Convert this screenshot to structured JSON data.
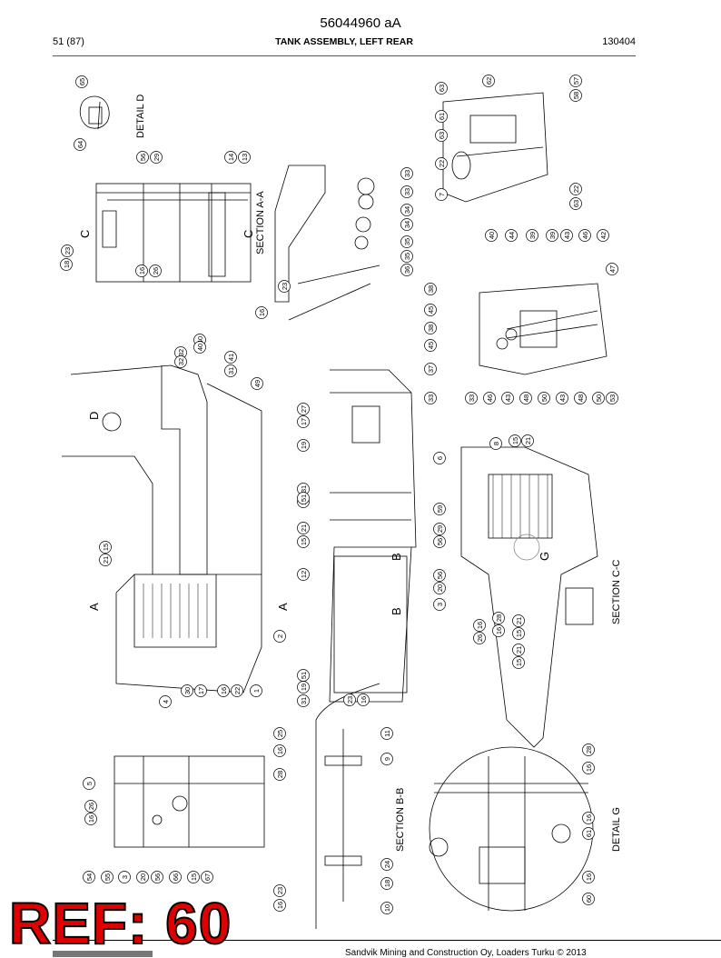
{
  "header": {
    "doc_number": "56044960 aA",
    "page": "51 (87)",
    "title": "TANK ASSEMBLY, LEFT REAR",
    "date": "130404"
  },
  "views": {
    "detail_d": "DETAIL D",
    "section_aa": "SECTION A-A",
    "section_bb": "SECTION B-B",
    "section_cc": "SECTION C-C",
    "detail_g": "DETAIL G"
  },
  "markers": {
    "a": "A",
    "b": "B",
    "c": "C",
    "d": "D",
    "g": "G"
  },
  "balloons": [
    {
      "id": "b1",
      "text": "65"
    },
    {
      "id": "b2",
      "text": "64"
    },
    {
      "id": "b3",
      "text": "56"
    },
    {
      "id": "b4",
      "text": "29"
    },
    {
      "id": "b5",
      "text": "14"
    },
    {
      "id": "b6",
      "text": "13"
    },
    {
      "id": "b7",
      "text": "18"
    },
    {
      "id": "b8",
      "text": "23"
    },
    {
      "id": "b9",
      "text": "16"
    },
    {
      "id": "b10",
      "text": "26"
    },
    {
      "id": "b11",
      "text": "33"
    },
    {
      "id": "b12",
      "text": "33"
    },
    {
      "id": "b13",
      "text": "34"
    },
    {
      "id": "b14",
      "text": "34"
    },
    {
      "id": "b15",
      "text": "35"
    },
    {
      "id": "b16",
      "text": "35"
    },
    {
      "id": "b17",
      "text": "36"
    },
    {
      "id": "b18",
      "text": "23"
    },
    {
      "id": "b19",
      "text": "16"
    },
    {
      "id": "b20",
      "text": "62"
    },
    {
      "id": "b21",
      "text": "63"
    },
    {
      "id": "b22",
      "text": "61"
    },
    {
      "id": "b23",
      "text": "63"
    },
    {
      "id": "b24",
      "text": "22"
    },
    {
      "id": "b25",
      "text": "7"
    },
    {
      "id": "b26",
      "text": "57"
    },
    {
      "id": "b27",
      "text": "58"
    },
    {
      "id": "b28",
      "text": "22"
    },
    {
      "id": "b29",
      "text": "63"
    },
    {
      "id": "b30",
      "text": "40"
    },
    {
      "id": "b31",
      "text": "44"
    },
    {
      "id": "b32",
      "text": "39"
    },
    {
      "id": "b33",
      "text": "39"
    },
    {
      "id": "b34",
      "text": "43"
    },
    {
      "id": "b35",
      "text": "46"
    },
    {
      "id": "b36",
      "text": "42"
    },
    {
      "id": "b37",
      "text": "47"
    },
    {
      "id": "b38",
      "text": "38"
    },
    {
      "id": "b39",
      "text": "45"
    },
    {
      "id": "b40",
      "text": "38"
    },
    {
      "id": "b41",
      "text": "45"
    },
    {
      "id": "b42",
      "text": "37"
    },
    {
      "id": "b43",
      "text": "33"
    },
    {
      "id": "b44",
      "text": "33"
    },
    {
      "id": "b45",
      "text": "46"
    },
    {
      "id": "b46",
      "text": "43"
    },
    {
      "id": "b47",
      "text": "48"
    },
    {
      "id": "b48",
      "text": "50"
    },
    {
      "id": "b49",
      "text": "43"
    },
    {
      "id": "b50",
      "text": "48"
    },
    {
      "id": "b51",
      "text": "50"
    },
    {
      "id": "b52",
      "text": "53"
    },
    {
      "id": "b53",
      "text": "40"
    },
    {
      "id": "b54",
      "text": "32"
    },
    {
      "id": "b55",
      "text": "40"
    },
    {
      "id": "b56",
      "text": "32"
    },
    {
      "id": "b57",
      "text": "41"
    },
    {
      "id": "b58",
      "text": "31"
    },
    {
      "id": "b59",
      "text": "49"
    },
    {
      "id": "b60",
      "text": "27"
    },
    {
      "id": "b61",
      "text": "17"
    },
    {
      "id": "b62",
      "text": "19"
    },
    {
      "id": "b63",
      "text": "31"
    },
    {
      "id": "b64",
      "text": "19"
    },
    {
      "id": "b65",
      "text": "51"
    },
    {
      "id": "b66",
      "text": "21"
    },
    {
      "id": "b67",
      "text": "15"
    },
    {
      "id": "b68",
      "text": "12"
    },
    {
      "id": "b69",
      "text": "51"
    },
    {
      "id": "b70",
      "text": "19"
    },
    {
      "id": "b71",
      "text": "31"
    },
    {
      "id": "b72",
      "text": "23"
    },
    {
      "id": "b73",
      "text": "16"
    },
    {
      "id": "b74",
      "text": "15"
    },
    {
      "id": "b75",
      "text": "21"
    },
    {
      "id": "b76",
      "text": "2"
    },
    {
      "id": "b77",
      "text": "1"
    },
    {
      "id": "b78",
      "text": "22"
    },
    {
      "id": "b79",
      "text": "16"
    },
    {
      "id": "b80",
      "text": "17"
    },
    {
      "id": "b81",
      "text": "30"
    },
    {
      "id": "b82",
      "text": "4"
    },
    {
      "id": "b83",
      "text": "6"
    },
    {
      "id": "b84",
      "text": "8"
    },
    {
      "id": "b85",
      "text": "15"
    },
    {
      "id": "b86",
      "text": "21"
    },
    {
      "id": "b87",
      "text": "59"
    },
    {
      "id": "b88",
      "text": "29"
    },
    {
      "id": "b89",
      "text": "56"
    },
    {
      "id": "b90",
      "text": "56"
    },
    {
      "id": "b91",
      "text": "20"
    },
    {
      "id": "b92",
      "text": "3"
    },
    {
      "id": "b93",
      "text": "26"
    },
    {
      "id": "b94",
      "text": "16"
    },
    {
      "id": "b95",
      "text": "28"
    },
    {
      "id": "b96",
      "text": "16"
    },
    {
      "id": "b97",
      "text": "21"
    },
    {
      "id": "b98",
      "text": "15"
    },
    {
      "id": "b99",
      "text": "21"
    },
    {
      "id": "b100",
      "text": "15"
    },
    {
      "id": "b101",
      "text": "25"
    },
    {
      "id": "b102",
      "text": "16"
    },
    {
      "id": "b103",
      "text": "11"
    },
    {
      "id": "b104",
      "text": "9"
    },
    {
      "id": "b105",
      "text": "28"
    },
    {
      "id": "b106",
      "text": "24"
    },
    {
      "id": "b107",
      "text": "18"
    },
    {
      "id": "b108",
      "text": "10"
    },
    {
      "id": "b109",
      "text": "23"
    },
    {
      "id": "b110",
      "text": "16"
    },
    {
      "id": "b111",
      "text": "5"
    },
    {
      "id": "b112",
      "text": "26"
    },
    {
      "id": "b113",
      "text": "16"
    },
    {
      "id": "b114",
      "text": "54"
    },
    {
      "id": "b115",
      "text": "55"
    },
    {
      "id": "b116",
      "text": "3"
    },
    {
      "id": "b117",
      "text": "20"
    },
    {
      "id": "b118",
      "text": "56"
    },
    {
      "id": "b119",
      "text": "66"
    },
    {
      "id": "b120",
      "text": "15"
    },
    {
      "id": "b121",
      "text": "67"
    },
    {
      "id": "b122",
      "text": "28"
    },
    {
      "id": "b123",
      "text": "16"
    },
    {
      "id": "b124",
      "text": "16"
    },
    {
      "id": "b125",
      "text": "61"
    },
    {
      "id": "b126",
      "text": "16"
    },
    {
      "id": "b127",
      "text": "60"
    }
  ],
  "footer": {
    "copyright": "Sandvik Mining and Construction Oy, Loaders Turku © 2013"
  },
  "stamp": {
    "text": "REF: 60"
  },
  "colors": {
    "stamp_fill": "#e00000",
    "line": "#000000"
  }
}
